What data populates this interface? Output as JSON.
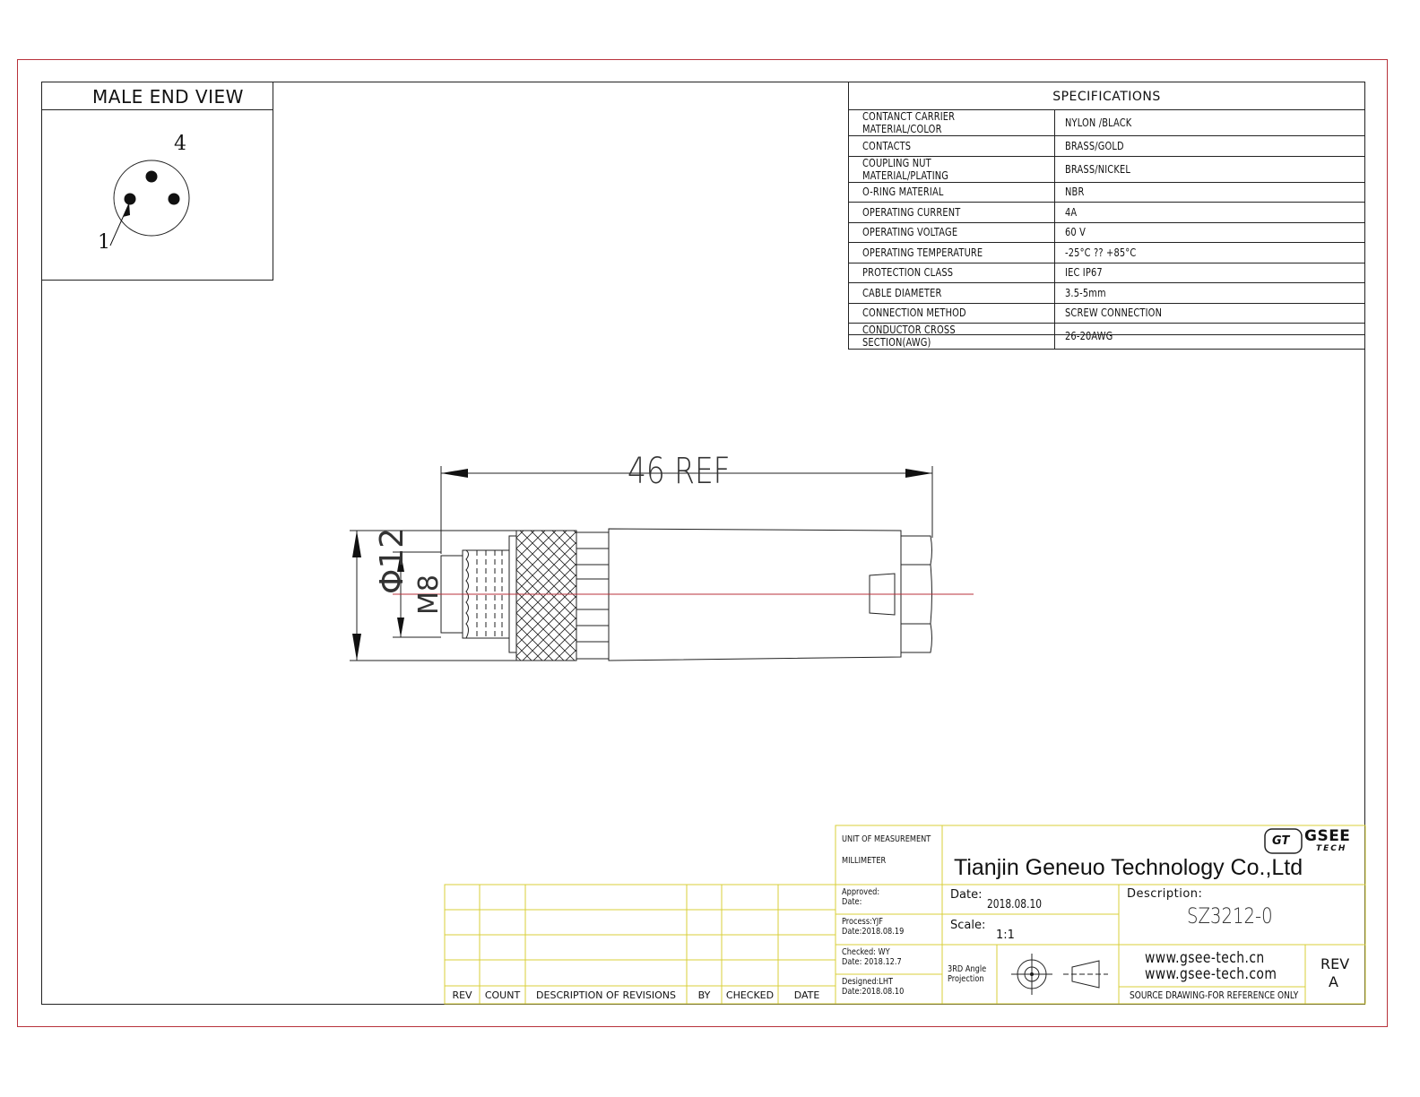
{
  "male_end_view": {
    "title": "MALE END VIEW",
    "pin_top": "4",
    "pin_left": "1"
  },
  "specifications": {
    "title": "SPECIFICATIONS",
    "rows": [
      {
        "label": "CONTANCT CARRIER MATERIAL/COLOR",
        "value": "NYLON /BLACK"
      },
      {
        "label": "CONTACTS",
        "value": "BRASS/GOLD"
      },
      {
        "label": "COUPLING NUT MATERIAL/PLATING",
        "value": "BRASS/NICKEL"
      },
      {
        "label": "O-RING MATERIAL",
        "value": "NBR"
      },
      {
        "label": "OPERATING CURRENT",
        "value": "4A"
      },
      {
        "label": "OPERATING VOLTAGE",
        "value": "60 V"
      },
      {
        "label": "OPERATING TEMPERATURE",
        "value": "-25°C ?? +85°C"
      },
      {
        "label": "PROTECTION CLASS",
        "value": "IEC IP67"
      },
      {
        "label": "CABLE DIAMETER",
        "value": "3.5-5mm"
      },
      {
        "label": "CONNECTION METHOD",
        "value": "SCREW CONNECTION"
      },
      {
        "label": "CONDUCTOR CROSS SECTION(AWG)",
        "value": "26-20AWG"
      }
    ]
  },
  "dimensions": {
    "length": "46 REF",
    "diameter": "Φ12",
    "thread": "M8"
  },
  "revision_table": {
    "headers": [
      "REV",
      "COUNT",
      "DESCRIPTION OF REVISIONS",
      "BY",
      "CHECKED",
      "DATE"
    ]
  },
  "title_block": {
    "unit_label": "UNIT OF MEASUREMENT",
    "unit_value": "MILLIMETER",
    "company": "Tianjin Geneuo Technology Co.,Ltd",
    "logo_text": "GSEE",
    "logo_sub": "TECH",
    "logo_mark": "GT",
    "approved": "Approved:",
    "approved_date": "Date:",
    "process": "Process:YJF",
    "process_date": "Date:2018.08.19",
    "checked": "Checked: WY",
    "checked_date": "Date:   2018.12.7",
    "designed": "Designed:LHT",
    "designed_date": "Date:2018.08.10",
    "date_label": "Date:",
    "date_value": "2018.08.10",
    "scale_label": "Scale:",
    "scale_value": "1:1",
    "projection_1": "3RD Angle",
    "projection_2": "Projection",
    "description_label": "Description:",
    "part_number": "SZ3212-0",
    "web_1": "www.gsee-tech.cn",
    "web_2": "www.gsee-tech.com",
    "rev_label": "REV",
    "rev_value": "A",
    "note": "SOURCE DRAWING-FOR REFERENCE ONLY"
  },
  "colors": {
    "frame_red": "#b8323b",
    "title_block_yellow": "#d8cf3a",
    "centerline_red": "#b8323b"
  }
}
